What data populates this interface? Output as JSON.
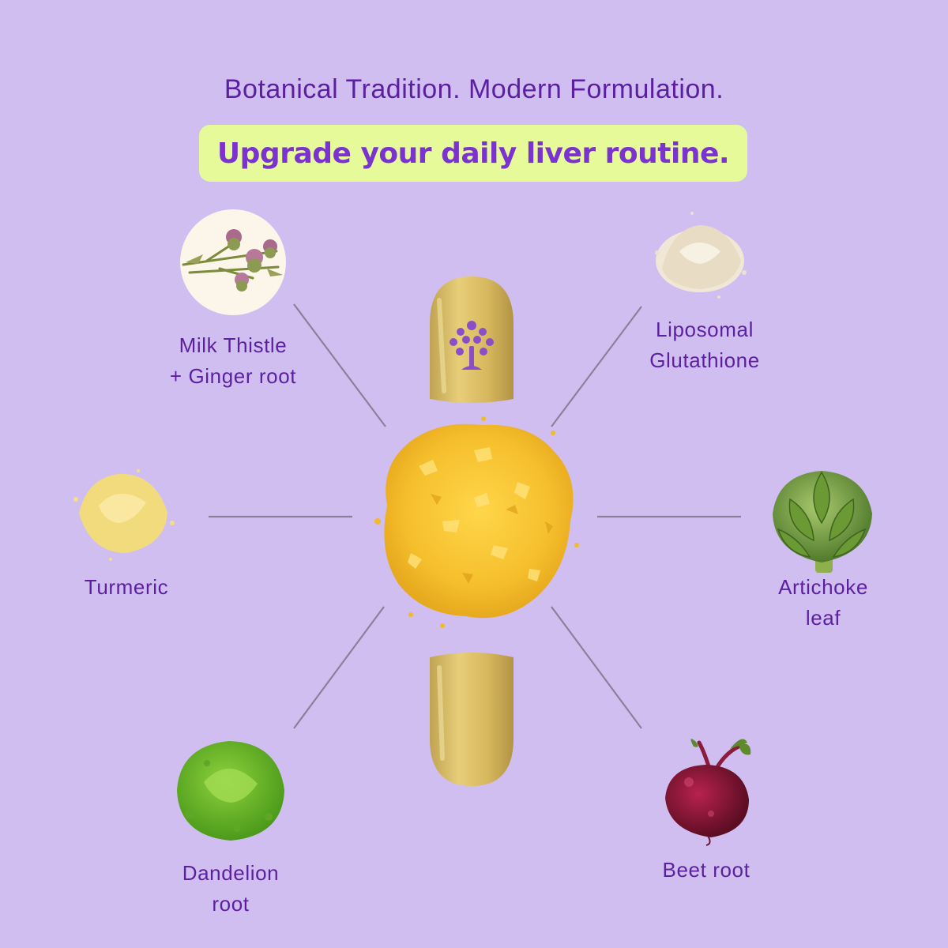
{
  "header": {
    "tagline": "Botanical Tradition. Modern Formulation.",
    "cta": "Upgrade your daily liver routine."
  },
  "ingredients": [
    {
      "line1": "Milk Thistle",
      "line2": "+ Ginger root",
      "icon": "milk-thistle-icon"
    },
    {
      "line1": "Liposomal",
      "line2": "Glutathione",
      "icon": "glutathione-powder-icon"
    },
    {
      "line1": "Turmeric",
      "line2": "",
      "icon": "turmeric-powder-icon"
    },
    {
      "line1": "Artichoke",
      "line2": "leaf",
      "icon": "artichoke-icon"
    },
    {
      "line1": "Dandelion",
      "line2": "root",
      "icon": "dandelion-powder-icon"
    },
    {
      "line1": "Beet root",
      "line2": "",
      "icon": "beet-icon"
    }
  ],
  "colors": {
    "background": "#d1bef0",
    "accent_text": "#5b1fa0",
    "cta_text": "#7b33cf",
    "cta_background": "#e6fa9a"
  }
}
